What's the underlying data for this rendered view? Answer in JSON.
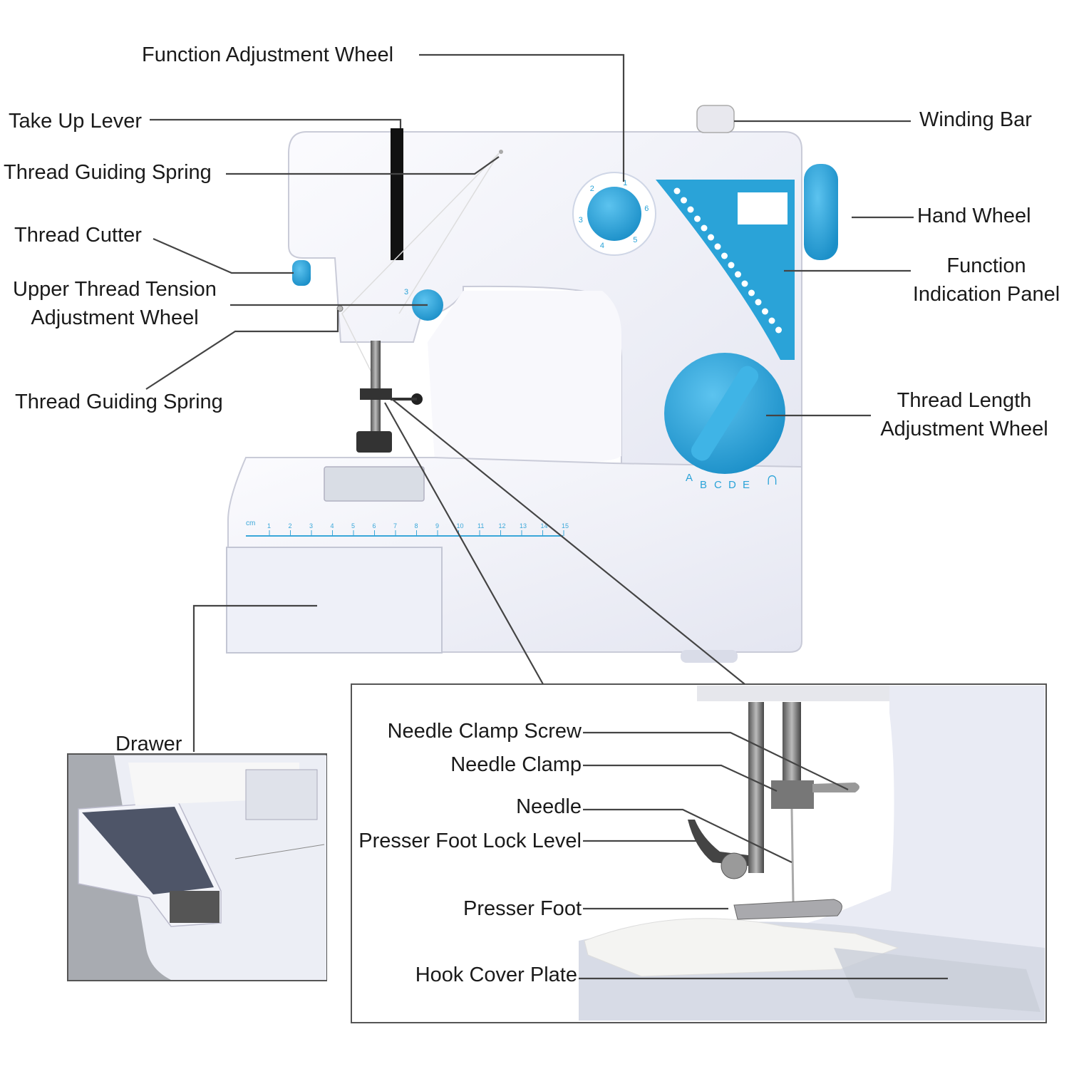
{
  "labels": {
    "function_adjustment_wheel": "Function Adjustment Wheel",
    "take_up_lever": "Take Up Lever",
    "thread_guiding_spring_top": "Thread Guiding Spring",
    "thread_cutter": "Thread Cutter",
    "upper_thread_tension_line1": "Upper Thread Tension",
    "upper_thread_tension_line2": "Adjustment Wheel",
    "thread_guiding_spring_bottom": "Thread Guiding Spring",
    "winding_bar": "Winding Bar",
    "hand_wheel": "Hand Wheel",
    "function_indication_line1": "Function",
    "function_indication_line2": "Indication Panel",
    "thread_length_line1": "Thread Length",
    "thread_length_line2": "Adjustment Wheel",
    "drawer": "Drawer",
    "needle_clamp_screw": "Needle Clamp Screw",
    "needle_clamp": "Needle Clamp",
    "needle": "Needle",
    "presser_foot_lock_level": "Presser Foot Lock Level",
    "presser_foot": "Presser Foot",
    "hook_cover_plate": "Hook Cover Plate"
  },
  "machine_markings": {
    "function_dial_numbers": [
      "1",
      "6",
      "5",
      "4",
      "3",
      "2"
    ],
    "length_dial_letters": [
      "A",
      "B",
      "C",
      "D",
      "E"
    ],
    "ruler_unit": "cm",
    "ruler_numbers": [
      "1",
      "2",
      "3",
      "4",
      "5",
      "6",
      "7",
      "8",
      "9",
      "10",
      "11",
      "12",
      "13",
      "14",
      "15"
    ],
    "tension_mark": "3"
  },
  "colors": {
    "body": "#f1f2f8",
    "accent_blue": "#2aa3d8",
    "line": "#444444"
  }
}
